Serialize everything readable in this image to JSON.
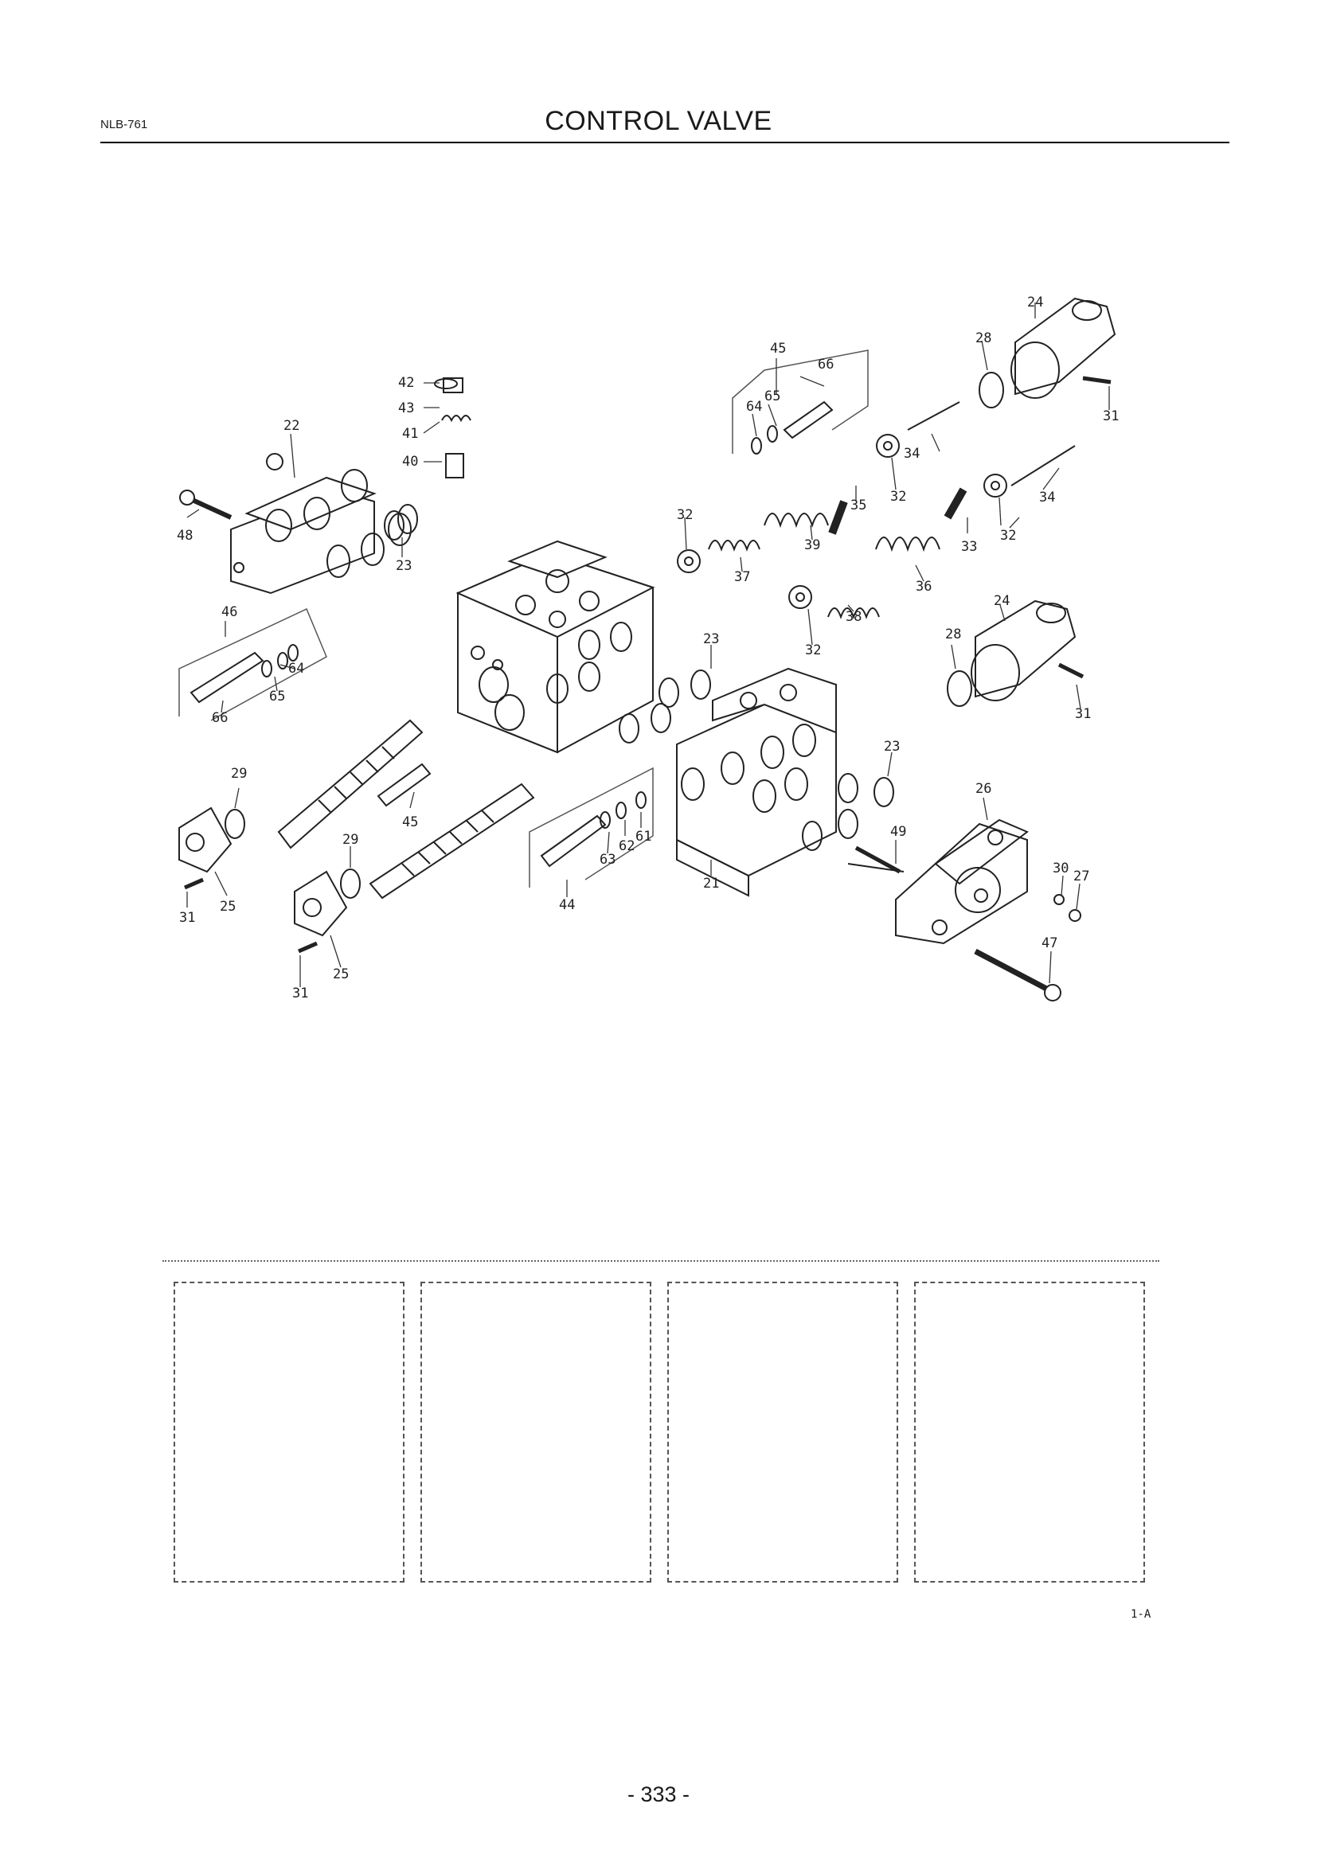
{
  "header": {
    "doc_code": "NLB-761",
    "title": "CONTROL VALVE"
  },
  "figure_code": "1-A",
  "page_number": "- 333 -",
  "callouts": {
    "c42": "42",
    "c43": "43",
    "c41": "41",
    "c40": "40",
    "c22": "22",
    "c48": "48",
    "c23a": "23",
    "c45a": "45",
    "c66a": "66",
    "c65a": "65",
    "c64a": "64",
    "c24a": "24",
    "c28a": "28",
    "c31a": "31",
    "c34a": "34",
    "c34b": "34",
    "c32a": "32",
    "c35": "35",
    "c32b": "32",
    "c39": "39",
    "c37": "37",
    "c33": "33",
    "c32c": "32",
    "c36": "36",
    "c38": "38",
    "c32d": "32",
    "c24b": "24",
    "c28b": "28",
    "c31b": "31",
    "c46": "46",
    "c64b": "64",
    "c65b": "65",
    "c66b": "66",
    "c23b": "23",
    "c23c": "23",
    "c29a": "29",
    "c45b": "45",
    "c25a": "25",
    "c31c": "31",
    "c29b": "29",
    "c25b": "25",
    "c31d": "31",
    "c62": "62",
    "c61": "61",
    "c63": "63",
    "c44": "44",
    "c21": "21",
    "c49": "49",
    "c26": "26",
    "c30": "30",
    "c27": "27",
    "c47": "47"
  }
}
